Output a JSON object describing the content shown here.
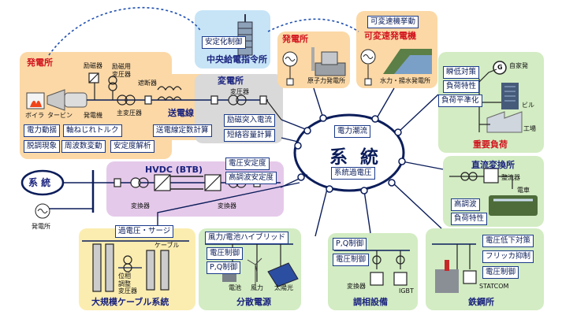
{
  "hub": {
    "title": "系 統",
    "top": "電力潮流",
    "bottom": "系統過電圧"
  },
  "control": {
    "title": "中央給電指令所",
    "label": "安定化制御"
  },
  "plant": {
    "title": "発電所",
    "boiler": "ボイラ",
    "turbine": "タービン",
    "generator": "発電機",
    "exciter": "励磁器",
    "exciter_tf": "励磁用\n変圧器",
    "main_tf": "主変圧器",
    "breaker": "遮断器",
    "labels": [
      "電力動揺",
      "軸ねじれトルク",
      "脱調現象",
      "周波数変動",
      "安定度解析"
    ]
  },
  "transmission": {
    "title": "送電線",
    "label": "送電線定数計算"
  },
  "substation": {
    "title": "変電所",
    "tf": "変圧器",
    "labels": [
      "励磁突入電流",
      "短絡容量計算"
    ]
  },
  "nuclear": {
    "title": "発電所",
    "caption": "原子力発電所"
  },
  "pumped": {
    "title": "可変速発電機",
    "label": "可変速機挙動",
    "caption": "水力・揚水発電所"
  },
  "loads": {
    "title": "重要負荷",
    "labels": [
      "瞬低対策",
      "負荷特性",
      "負荷平準化"
    ],
    "self_gen": "自家発",
    "building": "ビル",
    "factory": "工場",
    "g": "G"
  },
  "hvdc": {
    "title": "HVDC (BTB)",
    "conv1": "変換器",
    "conv2": "変換器",
    "labels": [
      "電圧安定度",
      "高調波安定度"
    ]
  },
  "sys_left": {
    "title": "系 統",
    "gen": "発電所"
  },
  "dc_station": {
    "title": "直流変換所",
    "rectifier": "整流器",
    "train": "電車",
    "labels": [
      "高調波",
      "負荷特性"
    ]
  },
  "cable": {
    "title": "大規模ケーブル系統",
    "label": "過電圧・サージ",
    "cable": "ケーブル",
    "phase_tf": "位相\n調整\n変圧器"
  },
  "distributed": {
    "title": "分散電源",
    "labels": [
      "風力/電池ハイブリッド",
      "電圧制御",
      "P,Q制御"
    ],
    "battery": "電池",
    "wind": "風力",
    "solar": "太陽光"
  },
  "regulation": {
    "title": "調相設備",
    "labels": [
      "P,Q制御",
      "電圧制御"
    ],
    "converter": "変換器",
    "igbt": "IGBT"
  },
  "steel": {
    "title": "鉄鋼所",
    "labels": [
      "電圧低下対策",
      "フリッカ抑制",
      "電圧制御"
    ],
    "statcom": "STATCOM"
  },
  "colors": {
    "orange": "#fbd8a6",
    "blue": "#c6e4f6",
    "gray": "#d9d9d9",
    "purple": "#e5c9ea",
    "yellow": "#fbedb0",
    "green": "#d3ecc3",
    "navy": "#0b1d5a",
    "red": "#d2141e"
  }
}
